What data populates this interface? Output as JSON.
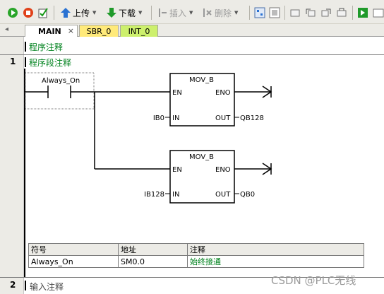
{
  "toolbar": {
    "upload_label": "上传",
    "download_label": "下载",
    "insert_label": "插入",
    "delete_label": "删除"
  },
  "tabs": [
    {
      "label": "MAIN",
      "active": true,
      "close": "×"
    },
    {
      "label": "SBR_0"
    },
    {
      "label": "INT_0"
    }
  ],
  "editor": {
    "program_comment": "程序注释",
    "network_number": "1",
    "network_comment": "程序段注释",
    "network2_number": "2",
    "network2_comment": "输入注释"
  },
  "contact": {
    "label": "Always_On"
  },
  "blocks": [
    {
      "name": "MOV_B",
      "en": "EN",
      "eno": "ENO",
      "in": "IN",
      "out": "OUT",
      "in_operand": "IB0",
      "out_operand": "QB128"
    },
    {
      "name": "MOV_B",
      "en": "EN",
      "eno": "ENO",
      "in": "IN",
      "out": "OUT",
      "in_operand": "IB128",
      "out_operand": "QB0"
    }
  ],
  "symbol_table": {
    "headers": [
      "符号",
      "地址",
      "注释"
    ],
    "rows": [
      [
        "Always_On",
        "SM0.0",
        "始终接通"
      ]
    ]
  },
  "watermark": "CSDN @PLC无线"
}
